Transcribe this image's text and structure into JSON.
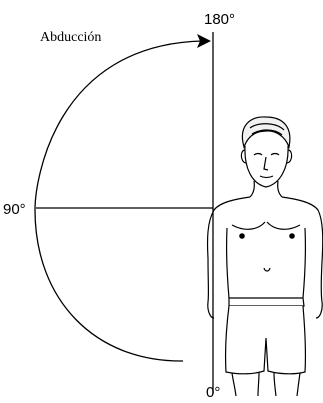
{
  "labels": {
    "motion": "Abducción",
    "deg_top": "180°",
    "deg_mid": "90°",
    "deg_bottom": "0°"
  },
  "colors": {
    "ink": "#000000",
    "background": "#ffffff"
  }
}
